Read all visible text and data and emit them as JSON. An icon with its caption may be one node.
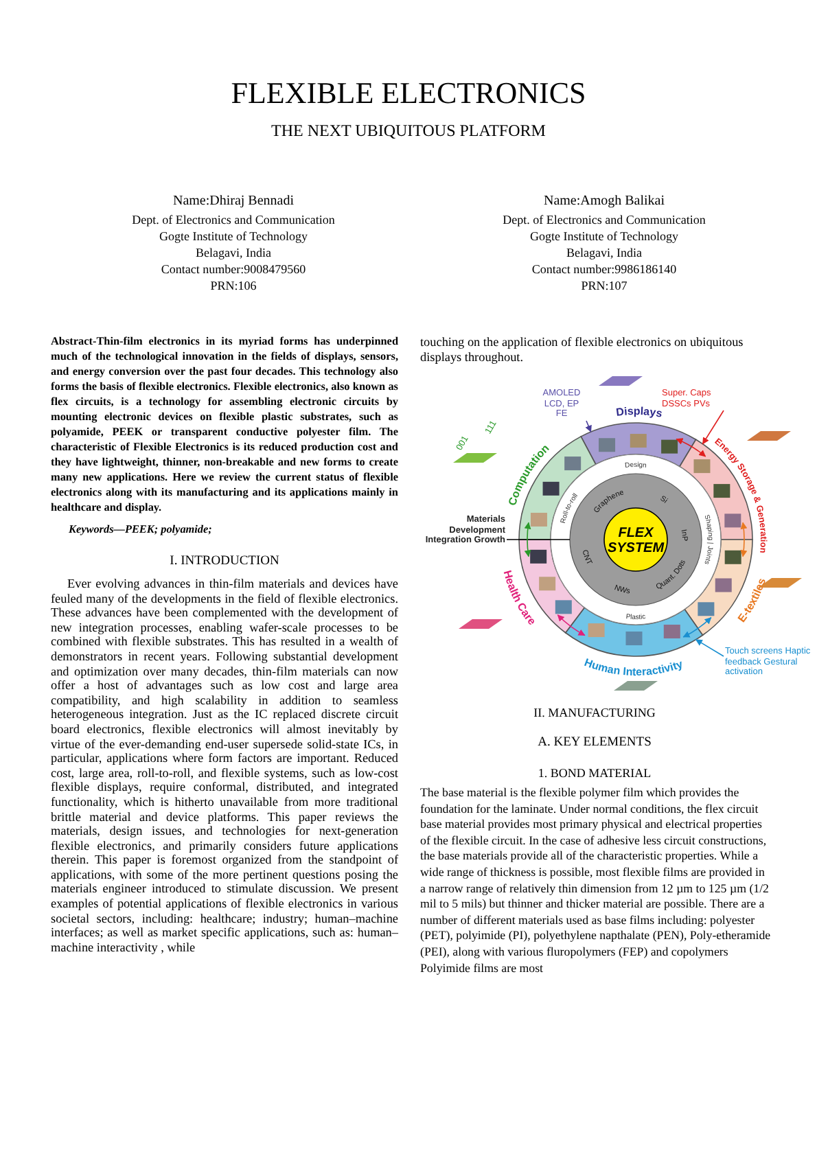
{
  "diagram": {
    "title": "FLEXIBLE ELECTRONICS",
    "nodes": [
      {
        "text": [
          "Displays"
        ]
      },
      {
        "text": [
          "Energy Storage & Generation"
        ]
      },
      {
        "text": [
          "E-textiles"
        ]
      },
      {
        "text": [
          "Human Interactivity"
        ]
      },
      {
        "text": [
          "Health Care"
        ]
      },
      {
        "text": [
          "Computation"
        ]
      },
      {
        "text": [
          "AMOLED LCD, EP FE"
        ]
      },
      {
        "text": [
          "Super. Caps DSSCs PVs"
        ]
      },
      {
        "text": [
          "Touch screens Haptic feedback Gestural activation"
        ]
      },
      {
        "text": [
          "Materials Development Integration Growth"
        ]
      },
      {
        "text": [
          "Graphene",
          "Si",
          "InP",
          "Quant. Dots",
          "NWs",
          "CNT"
        ]
      },
      {
        "text": [
          "FLEX SYSTEM"
        ],
        "in": 10
      }
    ],
    "edges": [
      {
        "from": 6,
        "to": 0,
        "arrow": "to",
        "color": "#4a3f9a"
      },
      {
        "from": 7,
        "to": 1,
        "arrow": "to",
        "color": "#e02020"
      },
      {
        "from": 8,
        "to": 3,
        "arrow": "to",
        "color": "#1a8fd0"
      },
      {
        "from": 9,
        "to": 10,
        "arrow": "none",
        "color": "#000000"
      },
      {
        "from": 0,
        "to": 1,
        "arrow": "both",
        "color": "#e02020"
      },
      {
        "from": 1,
        "to": 2,
        "arrow": "both",
        "color": "#e87820"
      },
      {
        "from": 2,
        "to": 3,
        "arrow": "both",
        "color": "#1a8fd0"
      },
      {
        "from": 3,
        "to": 4,
        "arrow": "both",
        "color": "#e0207a"
      },
      {
        "from": 4,
        "to": 5,
        "arrow": "both",
        "color": "#2a9a2a"
      }
    ],
    "labels": [
      "THE NEXT UBIQUITOUS PLATFORM",
      "Name:Dhiraj Bennadi",
      "Dept. of Electronics and Communication",
      "Gogte Institute of Technology",
      "Belagavi, India",
      "Contact number:9008479560",
      "PRN:106",
      "Name:Amogh Balikai",
      "Dept. of Electronics and Communication",
      "Gogte Institute of Technology",
      "Belagavi, India",
      "Contact number:9986186140",
      "PRN:107",
      "Abstract-Thin-film electronics in its myriad forms has underpinned much of the technological innovation in the fields of displays, sensors, and energy conversion over the past four decades. This technology also forms the basis of flexible electronics. Flexible electronics, also known as flex circuits, is a technology for assembling electronic circuits by mounting electronic devices on flexible plastic substrates, such as polyamide, PEEK or transparent conductive polyester film. The characteristic of Flexible Electronics is its reduced production cost and they have lightweight, thinner, non-breakable and new forms to create many new applications. Here we review the current status of flexible electronics along with its manufacturing and its applications mainly in healthcare and display.",
      "Keywords—PEEK; polyamide;",
      "I. INTRODUCTION",
      "Ever evolving advances in thin-film materials and devices have feuled many of the developments in the field of flexible electronics. These advances have been complemented with the development of new integration processes, enabling wafer-scale processes to be combined with flexible substrates. This has resulted in a wealth of demonstrators in recent years. Following substantial development and optimization over many decades, thin-film materials can now offer a host of advantages such as low cost and large area compatibility, and high scalability in addition to seamless heterogeneous integration. Just as the IC replaced discrete circuit board electronics, flexible electronics will almost inevitably by virtue of the ever-demanding end-user supersede solid-state ICs, in particular, applications where form factors are important. Reduced cost, large area, roll-to-roll, and flexible systems, such as low-cost flexible displays, require conformal, distributed, and integrated functionality, which is hitherto unavailable from more traditional brittle material and device platforms. This paper reviews the materials, design issues, and technologies for next-generation flexible electronics, and primarily considers future applications therein. This paper is foremost organized from the standpoint of applications, with some of the more pertinent questions posing the materials engineer introduced to stimulate discussion. We present examples of potential applications of flexible electronics in various societal sectors, including: healthcare; industry; human–machine interfaces; as well as market specific applications, such as: human–machine interactivity , while",
      "touching on the application of flexible electronics on ubiquitous displays throughout.",
      "001",
      "111",
      "Design",
      "Shaping | Joints",
      "Plastic",
      "Roll-to-roll",
      "II. MANUFACTURING",
      "A. KEY ELEMENTS",
      "1. BOND MATERIAL",
      "The base material is the flexible polymer film which provides the foundation for the laminate. Under normal conditions, the flex circuit base material provides most primary physical and electrical properties of the flexible circuit. In the case of adhesive less circuit constructions, the base materials provide all of the characteristic properties. While a wide range of thickness is possible, most flexible films are provided in a narrow range of relatively thin dimension from 12 µm to 125 µm (1/2 mil to 5 mils) but thinner and thicker material are possible. There are a number of different materials used as base films including: polyester (PET), polyimide (PI), polyethylene napthalate (PEN), Poly-etheramide (PEI), along with various fluropolymers (FEP) and copolymers Polyimide films are most"
    ]
  }
}
